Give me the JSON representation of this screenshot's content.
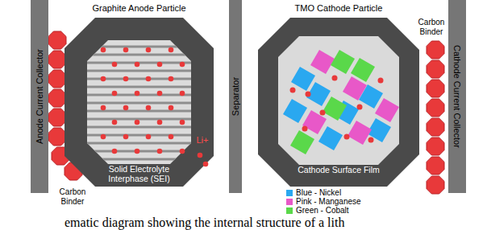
{
  "diagram": {
    "caption": "ematic diagram showing the internal structure of a lith",
    "nodes": [
      {
        "text": [
          "Anode Current Collector"
        ]
      },
      {
        "text": [
          "Graphite Anode Particle",
          "Solid Electrolyte Interphase (SEI)"
        ]
      },
      {
        "text": [
          "Separator"
        ]
      },
      {
        "text": [
          "TMO Cathode Particle",
          "Cathode Surface Film"
        ]
      },
      {
        "text": [
          "Cathode Current Collector"
        ]
      }
    ],
    "labels": [
      "Carbon Binder",
      "Li+",
      "Carbon Binder"
    ],
    "legend": [
      {
        "text": "Blue - Nickel",
        "color": "#2aa8f0"
      },
      {
        "text": "Pink - Manganese",
        "color": "#e858c8"
      },
      {
        "text": "Green - Cobalt",
        "color": "#5ad84a"
      }
    ]
  }
}
